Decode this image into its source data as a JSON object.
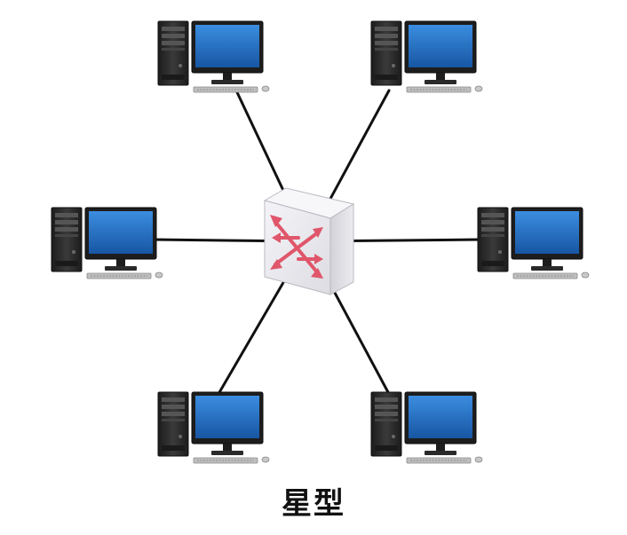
{
  "caption": "星型",
  "hub": {
    "icon": "network-switch-icon"
  },
  "nodes": [
    {
      "id": "pc-top-left",
      "icon": "desktop-computer-icon"
    },
    {
      "id": "pc-top-right",
      "icon": "desktop-computer-icon"
    },
    {
      "id": "pc-middle-left",
      "icon": "desktop-computer-icon"
    },
    {
      "id": "pc-middle-right",
      "icon": "desktop-computer-icon"
    },
    {
      "id": "pc-bottom-left",
      "icon": "desktop-computer-icon"
    },
    {
      "id": "pc-bottom-right",
      "icon": "desktop-computer-icon"
    }
  ],
  "colors": {
    "link": "#111111",
    "screen": "#1e6bbf",
    "tower": "#2b2b2b",
    "arrow": "#e0566a",
    "switch_face": "#e9e9ee"
  }
}
